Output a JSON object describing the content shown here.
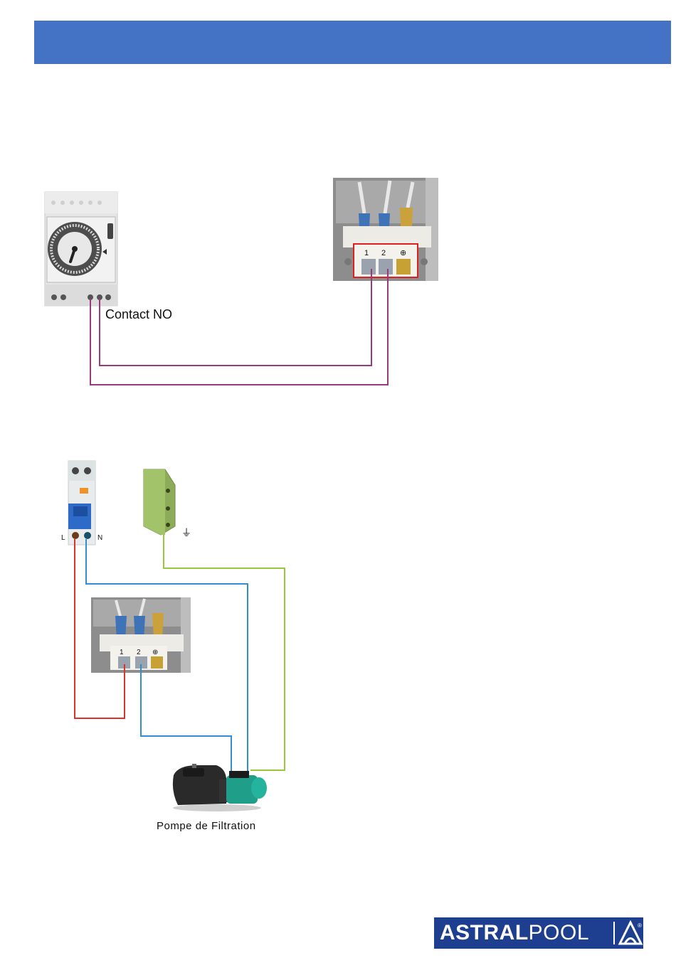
{
  "header": {
    "color": "#4472c4"
  },
  "diagram1": {
    "timer_output_label": "Contact NO",
    "terminal_labels": [
      "1",
      "2",
      "⊕"
    ],
    "wire_color": "#9b3a7a",
    "highlight_color": "#e02020"
  },
  "diagram2": {
    "breaker_left_label": "L",
    "breaker_right_label": "N",
    "earth_symbol": "⏚",
    "terminal_labels": [
      "1",
      "2",
      "⊕"
    ],
    "pump_label": "Pompe de Filtration",
    "wire_colors": {
      "live": "#d9332b",
      "neutral": "#2f8fd0",
      "earth": "#98c93c"
    }
  },
  "logo": {
    "text_bold": "ASTRAL",
    "text_light": "POOL",
    "registered": "®",
    "color": "#1e3f8f"
  }
}
